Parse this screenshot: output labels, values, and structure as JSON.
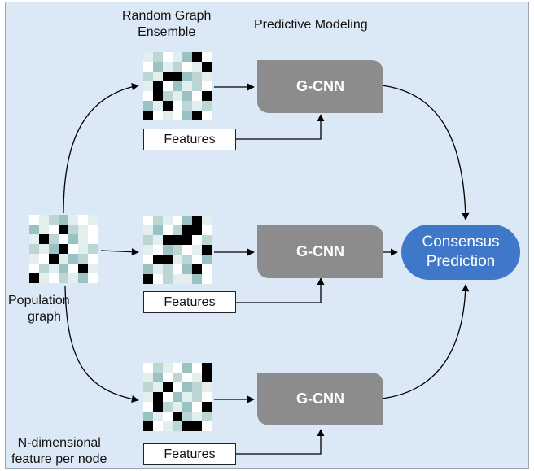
{
  "labels": {
    "random_graph_ensemble": [
      "Random Graph",
      "Ensemble"
    ],
    "predictive_modeling": "Predictive Modeling",
    "population_graph": [
      "Population",
      "graph"
    ],
    "n_dimensional": [
      "N-dimensional",
      "feature per node"
    ]
  },
  "gcnn_label": "G-CNN",
  "features_label": "Features",
  "consensus": [
    "Consensus",
    "Prediction"
  ],
  "colors": {
    "background": "#dbe8f5",
    "gcnn_box": "#8c8c8c",
    "consensus": "#3f78c8",
    "matrix_cells": [
      "#ffffff",
      "#e3efef",
      "#bcd6d6",
      "#9bc2c2",
      "#000000"
    ]
  }
}
